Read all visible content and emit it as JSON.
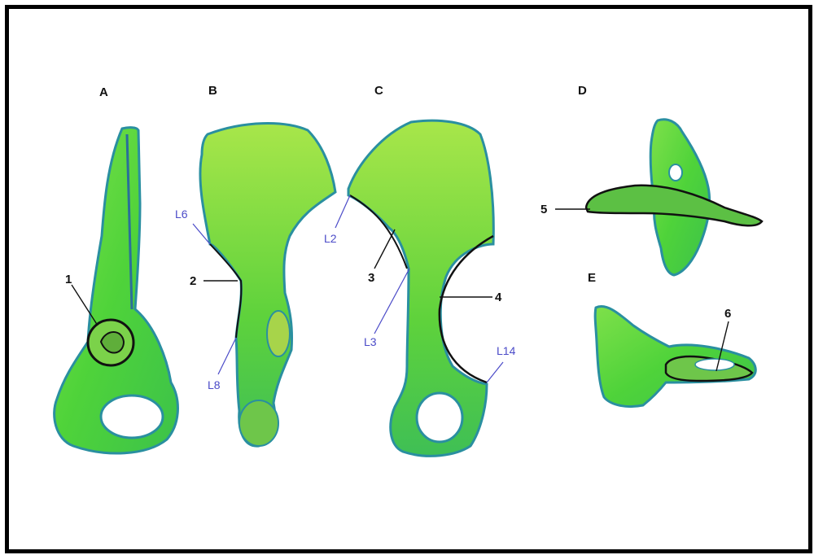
{
  "panels": {
    "a": "A",
    "b": "B",
    "c": "C",
    "d": "D",
    "e": "E"
  },
  "numbered_labels": {
    "n1": "1",
    "n2": "2",
    "n3": "3",
    "n4": "4",
    "n5": "5",
    "n6": "6"
  },
  "landmark_labels": {
    "l6": "L6",
    "l8": "L8",
    "l2": "L2",
    "l3": "L3",
    "l14": "L14"
  },
  "colors": {
    "bone_fill": "#4fd33a",
    "bone_light": "#9be84a",
    "bone_edge": "#2a8fa0",
    "outline": "#111111",
    "landmark_text": "#4b4bc8"
  }
}
